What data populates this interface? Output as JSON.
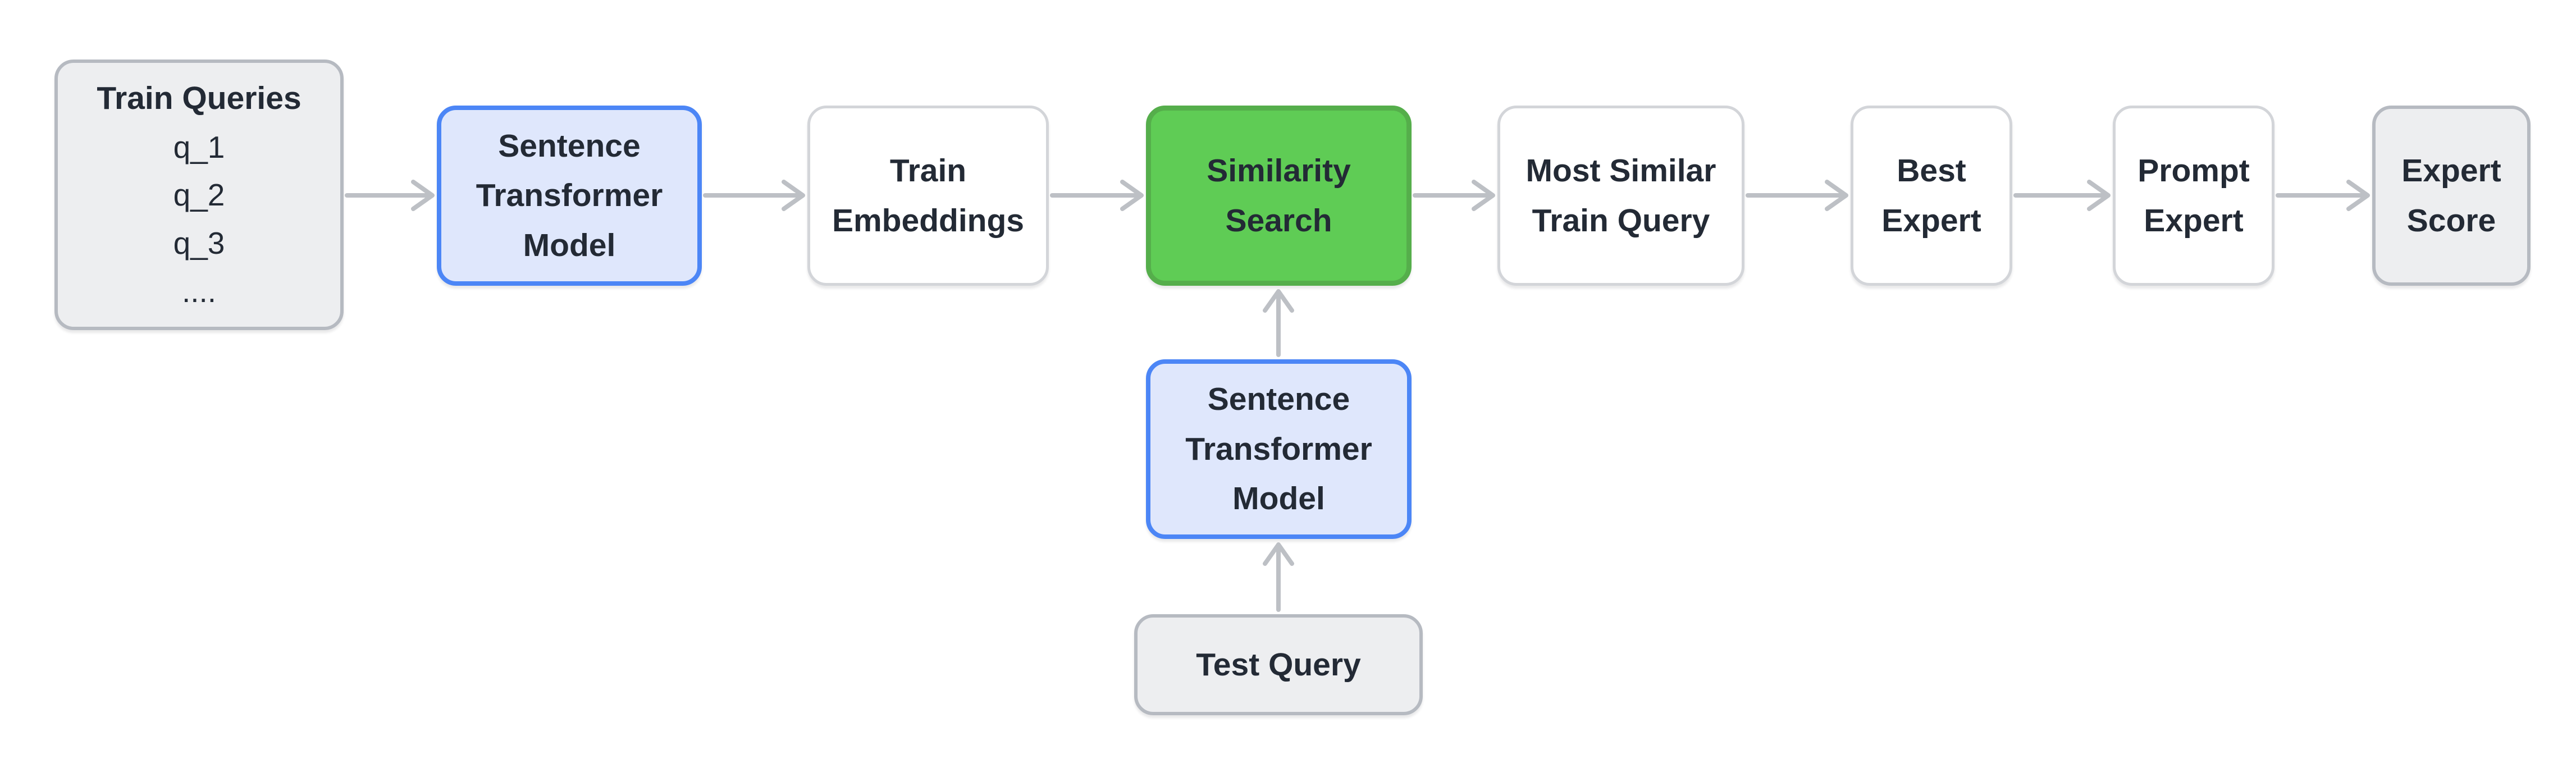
{
  "colors": {
    "background": "#FFFFFF",
    "text": "#232A35",
    "arrow": "#BDC0C5",
    "gray_fill": "#EDEEF0",
    "gray_border": "#B6BAC1",
    "white_fill": "#FFFFFF",
    "white_border": "#D3D5D9",
    "blue_fill": "#DFE7FC",
    "blue_border": "#4C86F6",
    "green_fill": "#5FCC55",
    "green_border": "#55AE4B"
  },
  "nodes": {
    "train_queries": {
      "title": "Train Queries",
      "items": [
        "q_1",
        "q_2",
        "q_3",
        "...."
      ],
      "style": "gray"
    },
    "stm_top": {
      "label": "Sentence\nTransformer\nModel",
      "style": "blue"
    },
    "train_embeddings": {
      "label": "Train\nEmbeddings",
      "style": "white"
    },
    "similarity_search": {
      "label": "Similarity\nSearch",
      "style": "green"
    },
    "most_similar_train_query": {
      "label": "Most Similar\nTrain Query",
      "style": "white"
    },
    "best_expert": {
      "label": "Best\nExpert",
      "style": "white"
    },
    "prompt_expert": {
      "label": "Prompt\nExpert",
      "style": "white"
    },
    "expert_score": {
      "label": "Expert\nScore",
      "style": "gray"
    },
    "stm_bottom": {
      "label": "Sentence\nTransformer\nModel",
      "style": "blue"
    },
    "test_query": {
      "label": "Test Query",
      "style": "gray"
    }
  },
  "edges": [
    {
      "from": "train_queries",
      "to": "stm_top",
      "direction": "right"
    },
    {
      "from": "stm_top",
      "to": "train_embeddings",
      "direction": "right"
    },
    {
      "from": "train_embeddings",
      "to": "similarity_search",
      "direction": "right"
    },
    {
      "from": "similarity_search",
      "to": "most_similar_train_query",
      "direction": "right"
    },
    {
      "from": "most_similar_train_query",
      "to": "best_expert",
      "direction": "right"
    },
    {
      "from": "best_expert",
      "to": "prompt_expert",
      "direction": "right"
    },
    {
      "from": "prompt_expert",
      "to": "expert_score",
      "direction": "right"
    },
    {
      "from": "stm_bottom",
      "to": "similarity_search",
      "direction": "up"
    },
    {
      "from": "test_query",
      "to": "stm_bottom",
      "direction": "up"
    }
  ]
}
